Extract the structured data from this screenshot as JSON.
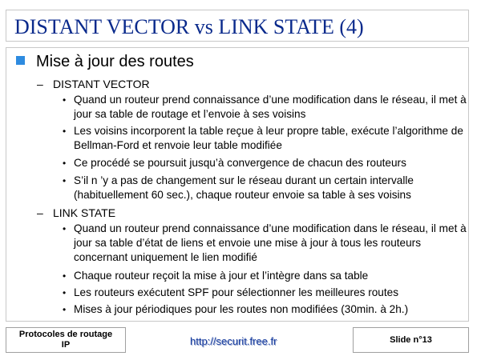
{
  "title": "DISTANT VECTOR vs LINK STATE (4)",
  "section": "Mise à jour des routes",
  "distance_vector": {
    "heading": "DISTANT VECTOR",
    "items": [
      "Quand un routeur prend connaissance d’une modification dans le réseau, il met à jour sa table de routage et l’envoie à ses voisins",
      "Les voisins incorporent la table reçue à leur propre table, exécute l’algorithme de Bellman-Ford et renvoie leur table modifiée",
      "Ce procédé se poursuit jusqu’à convergence de chacun des routeurs",
      "S’il n ’y a pas de changement sur le réseau durant un certain intervalle (habituellement 60 sec.), chaque routeur envoie sa table à ses voisins"
    ]
  },
  "link_state": {
    "heading": "LINK STATE",
    "items": [
      "Quand un routeur prend connaissance d’une modification dans le réseau, il met à jour sa table d’état de liens et envoie une mise à jour à tous les routeurs concernant uniquement le lien modifié",
      "Chaque routeur reçoit la mise à jour et l’intègre dans sa table",
      "Les routeurs exécutent SPF pour sélectionner les meilleures routes",
      "Mises à jour périodiques pour les routes non modifiées (30min. à 2h.)"
    ]
  },
  "footer": {
    "left_line1": "Protocoles de routage",
    "left_line2": "IP",
    "center": "http://securit.free.fr",
    "right": "Slide n°13"
  },
  "colors": {
    "title": "#0a2a8c",
    "bullet": "#2e8be0"
  }
}
